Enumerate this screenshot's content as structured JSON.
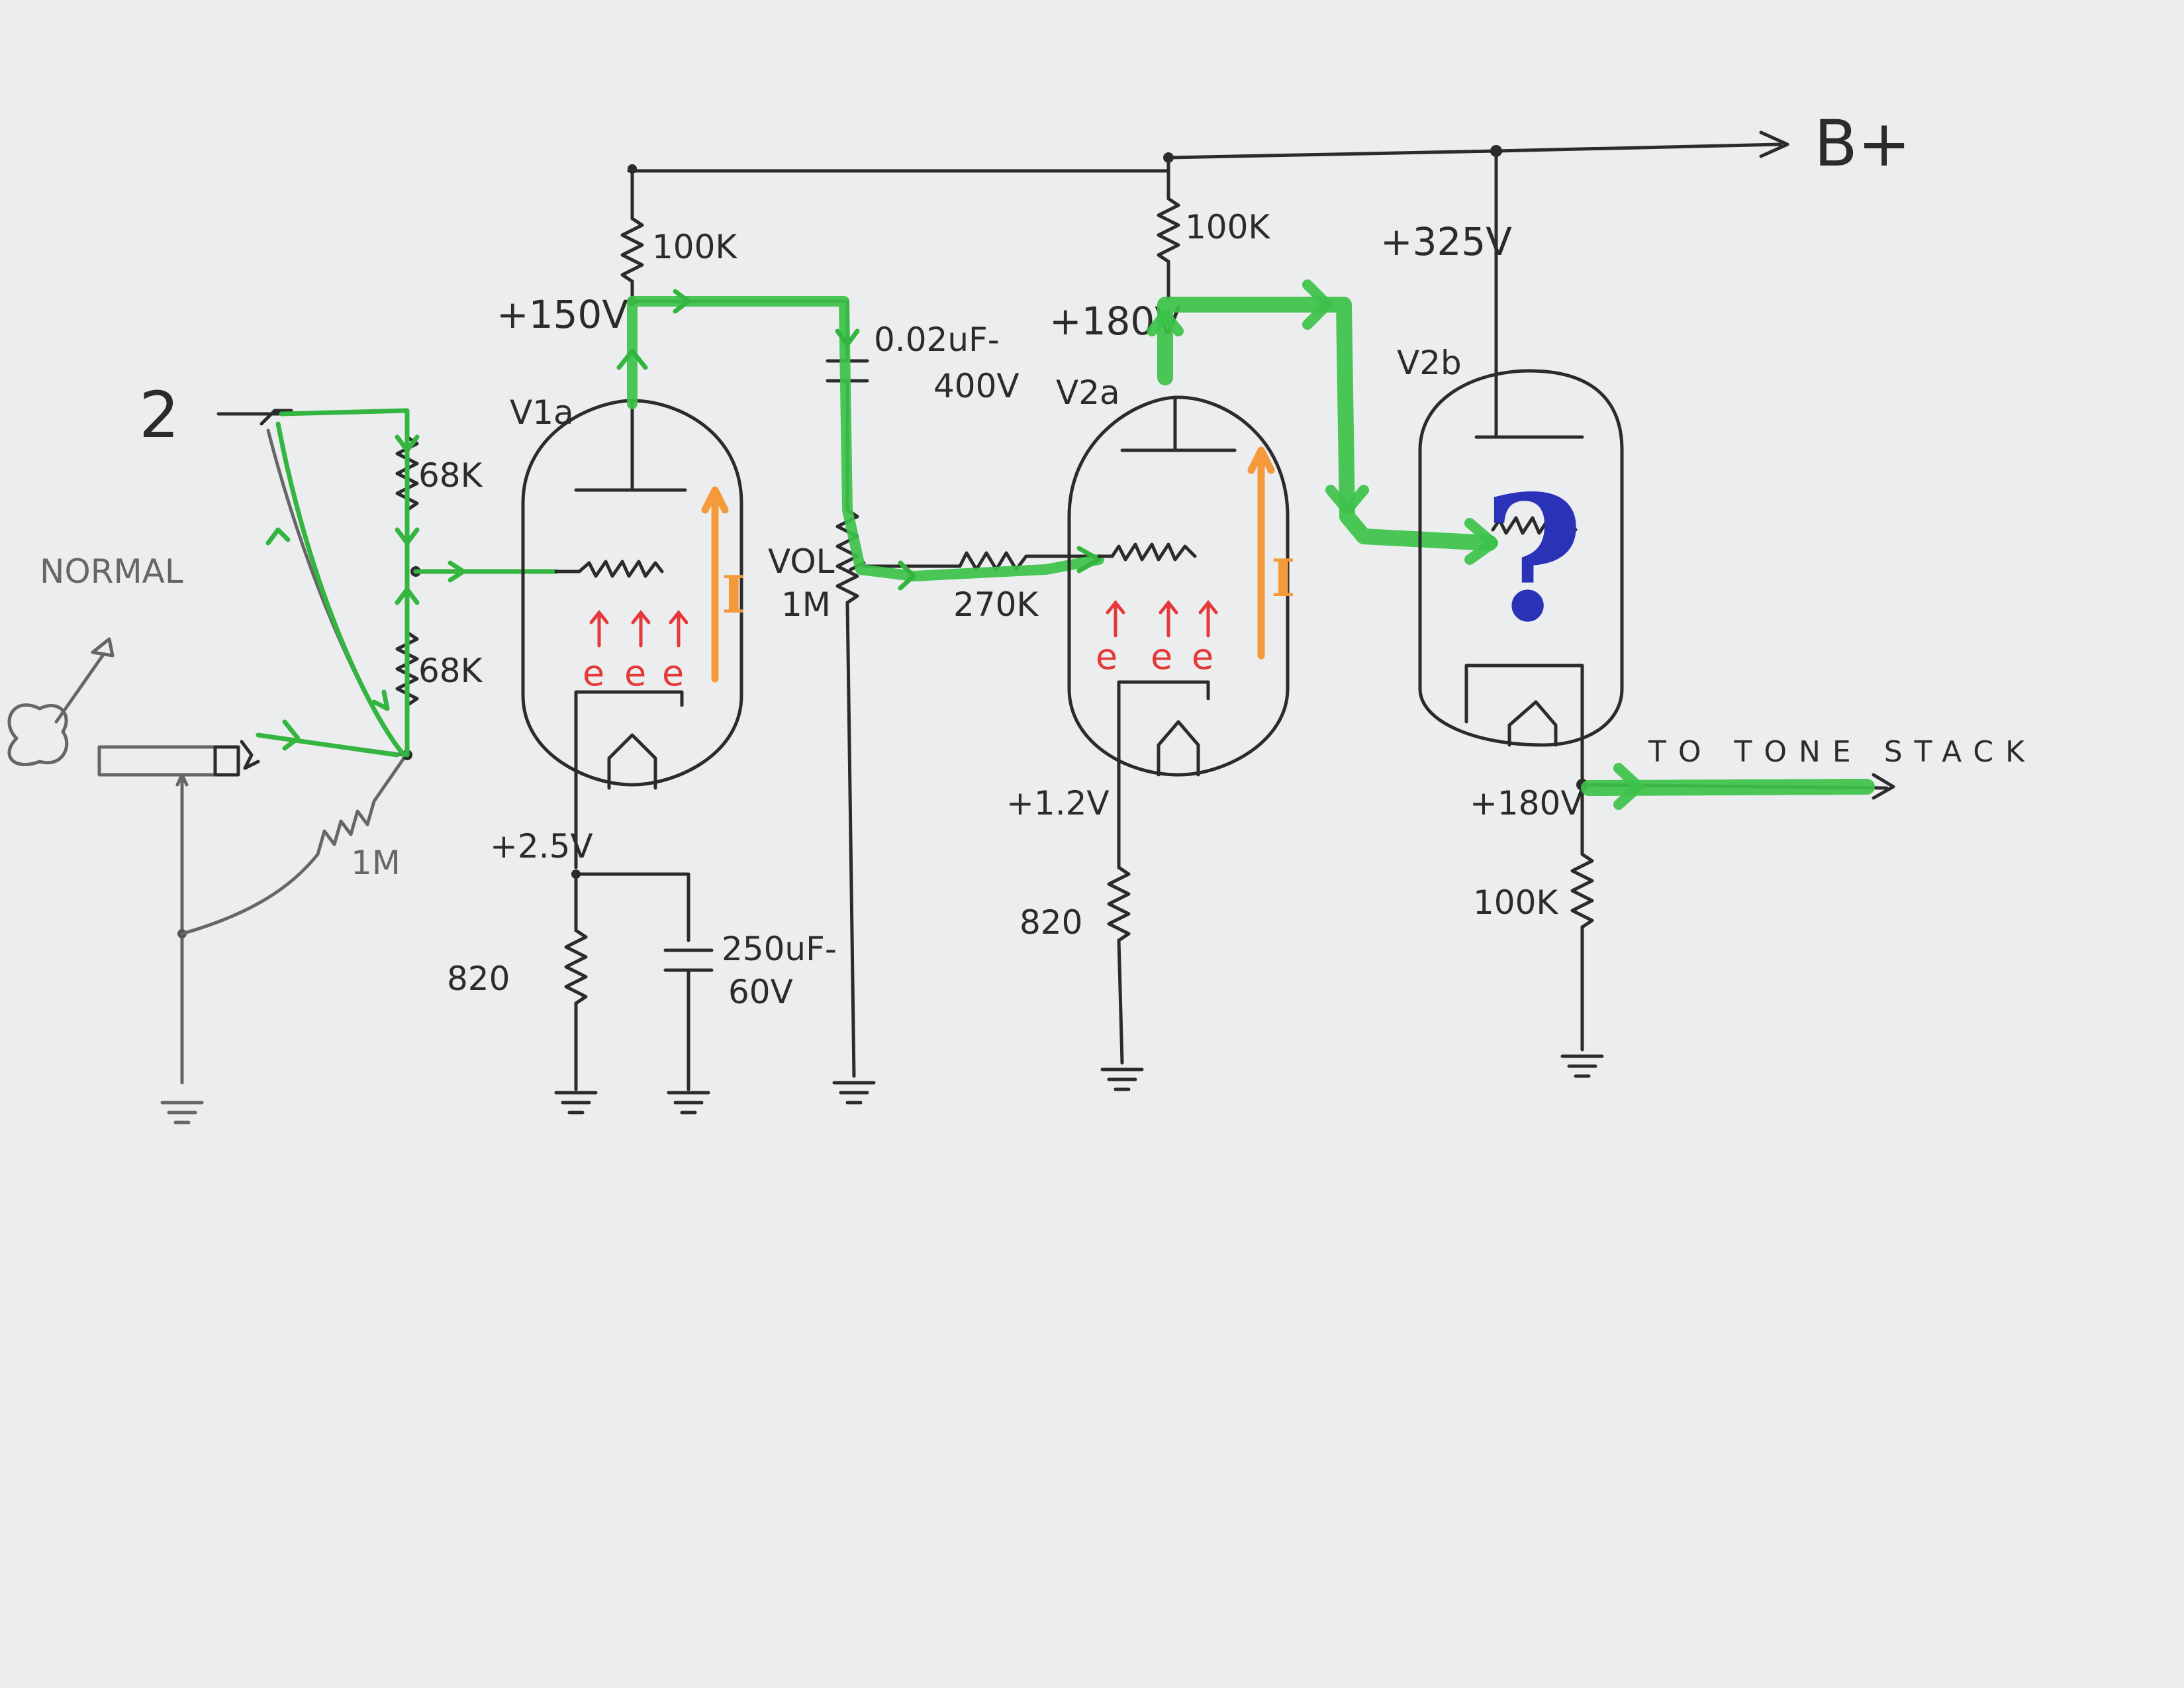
{
  "labels": {
    "b_plus": "B+",
    "normal": "NORMAL",
    "input_2": "2",
    "r_68k_top": "68K",
    "r_68k_bottom": "68K",
    "r_1m_input": "1M",
    "v1a": "V1a",
    "v1a_plate_v": "+150V",
    "v1a_plate_r": "100K",
    "coupling_cap_value": "0.02uF-",
    "coupling_cap_rating": "400V",
    "vol": "VOL",
    "vol_value": "1M",
    "v1a_cathode_v": "+2.5V",
    "v1a_cathode_r": "820",
    "bypass_cap_value": "250uF-",
    "bypass_cap_rating": "60V",
    "r_270k": "270K",
    "v2a": "V2a",
    "v2a_plate_v": "+180V",
    "v2a_plate_r": "100K",
    "v2a_cathode_v": "+1.2V",
    "v2a_cathode_r": "820",
    "v2b": "V2b",
    "v2b_plate_v": "+325V",
    "v2b_cathode_v": "+180V",
    "v2b_cathode_r": "100K",
    "to_tone_stack": "TO TONE STACK",
    "question": "?",
    "current": "I",
    "electron": "e"
  },
  "colors": {
    "signal_path": "#3cc24a",
    "current_arrow": "#f59a3a",
    "electrons": "#e53939",
    "question_mark": "#2a32b8",
    "ink": "#2b2b2b",
    "pencil": "#666666"
  }
}
